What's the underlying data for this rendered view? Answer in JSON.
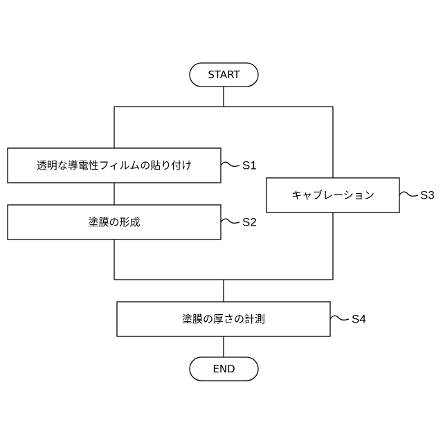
{
  "flowchart": {
    "start": "START",
    "end": "END",
    "steps": {
      "s1": {
        "text": "透明な導電性フィルムの貼り付け",
        "label": "S1"
      },
      "s2": {
        "text": "塗膜の形成",
        "label": "S2"
      },
      "s3": {
        "text": "キャブレーション",
        "label": "S3"
      },
      "s4": {
        "text": "塗膜の厚さの計測",
        "label": "S4"
      }
    }
  },
  "colors": {
    "stroke": "#000000",
    "background": "#ffffff"
  }
}
